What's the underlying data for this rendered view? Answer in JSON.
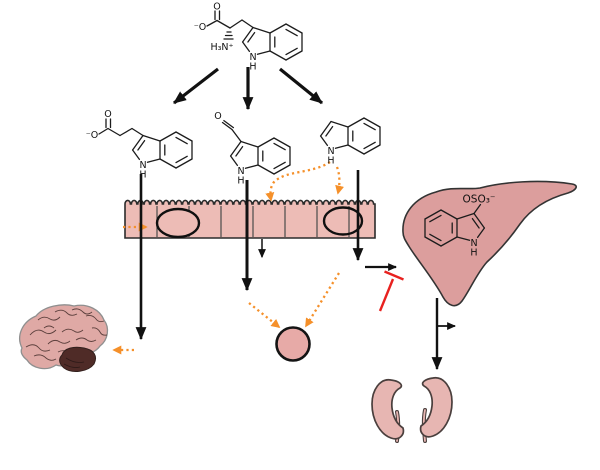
{
  "molecules": {
    "tryptophan": {
      "o": "O",
      "o_minus": "⁻O",
      "amine": "H₃N⁺",
      "n": "N",
      "h": "H"
    },
    "indole_3_propionic_acid": {
      "o": "O",
      "o_minus": "⁻O",
      "n": "N",
      "h": "H"
    },
    "indole_3_carboxaldehyde": {
      "o": "O",
      "n": "N",
      "h": "H"
    },
    "indole": {
      "n": "N",
      "h": "H"
    },
    "indoxyl_sulfate": {
      "sulfate": "OSO₃⁻",
      "n": "N",
      "h": "H"
    }
  },
  "entities": {
    "intestinal_epithelium": "intestinal epithelium with microvilli",
    "transporter_left": "membrane transporter",
    "transporter_right": "membrane transporter",
    "brain": "brain",
    "immune_cell": "immune cell",
    "liver": "liver",
    "kidneys": "kidneys"
  },
  "colors": {
    "tissue_pink": "#edbcb6",
    "organ_pink": "#dc9e9d",
    "cell_pink": "#e7aaa7",
    "kidney_pink": "#e7b6b2",
    "brain_pink": "#dfa9a5",
    "brain_dark": "#4f2b27",
    "arrow_black": "#111111",
    "signal_orange": "#f5902a",
    "inhibit_red": "#e8211f"
  }
}
